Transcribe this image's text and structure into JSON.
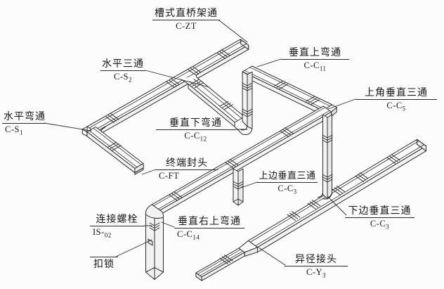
{
  "figure": {
    "kind": "isometric cable tray assembly diagram",
    "background_color": "#fcfcfc",
    "line_color": "#2b2b2b",
    "labels": {
      "trough_straight_tray": {
        "name": "槽式直桥架通",
        "code": "C-ZT",
        "sub": ""
      },
      "horizontal_tee": {
        "name": "水平三通",
        "code": "C-S",
        "sub": "2"
      },
      "vertical_up_bend": {
        "name": "垂直上弯通",
        "code": "C-C",
        "sub": "11"
      },
      "upper_corner_vertical_tee": {
        "name": "上角垂直三通",
        "code": "C-C",
        "sub": "5"
      },
      "horizontal_bend": {
        "name": "水平弯通",
        "code": "C-S",
        "sub": "1"
      },
      "vertical_down_bend": {
        "name": "垂直下弯通",
        "code": "C-C",
        "sub": "12"
      },
      "end_cap": {
        "name": "终端封头",
        "code": "C-FT",
        "sub": ""
      },
      "upper_edge_vertical_tee": {
        "name": "上边垂直三通",
        "code": "C-C",
        "sub": "3"
      },
      "lower_edge_vertical_tee": {
        "name": "下边垂直三通",
        "code": "C-C",
        "sub": "3"
      },
      "connection_bolt": {
        "name": "连接螺栓",
        "code": "IS-",
        "sub": "02"
      },
      "vertical_right_up_bend": {
        "name": "垂直右上弯通",
        "code": "C-C",
        "sub": "14"
      },
      "snap_lock": {
        "name": "扣锁",
        "code": "",
        "sub": ""
      },
      "reducer_joint": {
        "name": "异径接头",
        "code": "C-Y",
        "sub": "3"
      }
    }
  }
}
